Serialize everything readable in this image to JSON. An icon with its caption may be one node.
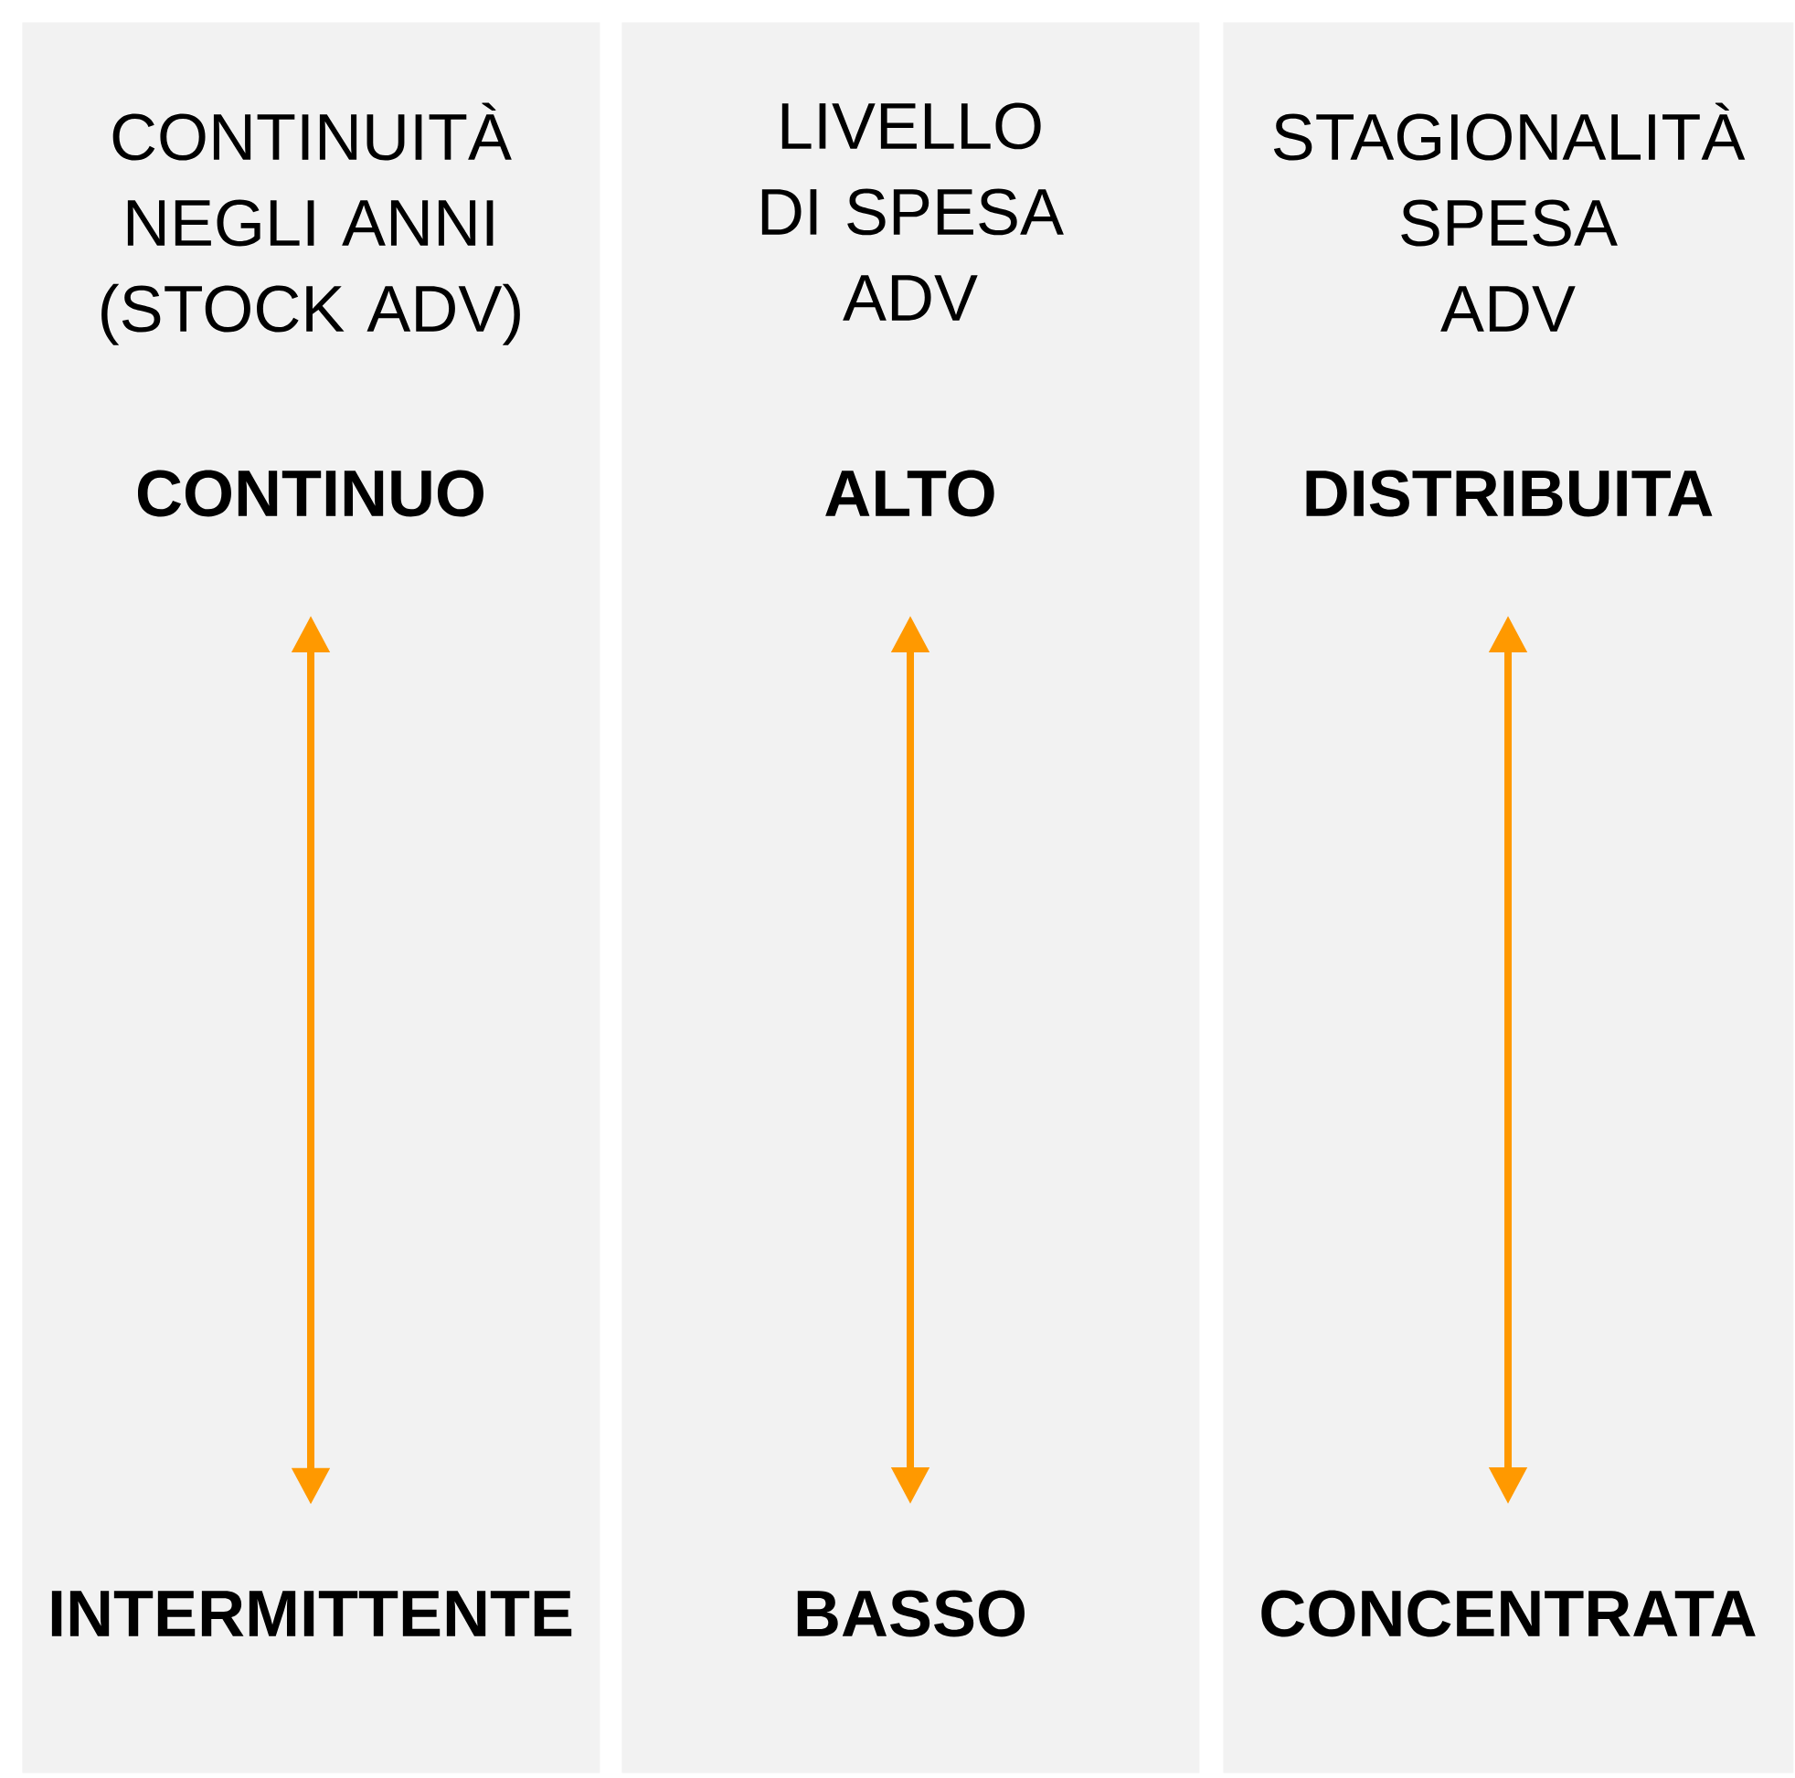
{
  "diagram": {
    "nodes": [
      {
        "text": [
          "CONTINUITÀ NEGLI ANNI (STOCK ADV)"
        ]
      },
      {
        "text": [
          "CONTINUO"
        ],
        "in": 0
      },
      {
        "text": [
          "INTERMITTENTE"
        ],
        "in": 0
      },
      {
        "text": [
          "LIVELLO DI SPESA ADV"
        ]
      },
      {
        "text": [
          "ALTO"
        ],
        "in": 3
      },
      {
        "text": [
          "BASSO"
        ],
        "in": 3
      },
      {
        "text": [
          "STAGIONALITÀ SPESA ADV"
        ]
      },
      {
        "text": [
          "DISTRIBUITA"
        ],
        "in": 6
      },
      {
        "text": [
          "CONCENTRATA"
        ],
        "in": 6
      }
    ],
    "edges": [
      {
        "from": 1,
        "to": 2,
        "arrow": "both",
        "color": "#ff9900"
      },
      {
        "from": 4,
        "to": 5,
        "arrow": "both",
        "color": "#ff9900"
      },
      {
        "from": 7,
        "to": 8,
        "arrow": "both",
        "color": "#ff9900"
      }
    ]
  }
}
